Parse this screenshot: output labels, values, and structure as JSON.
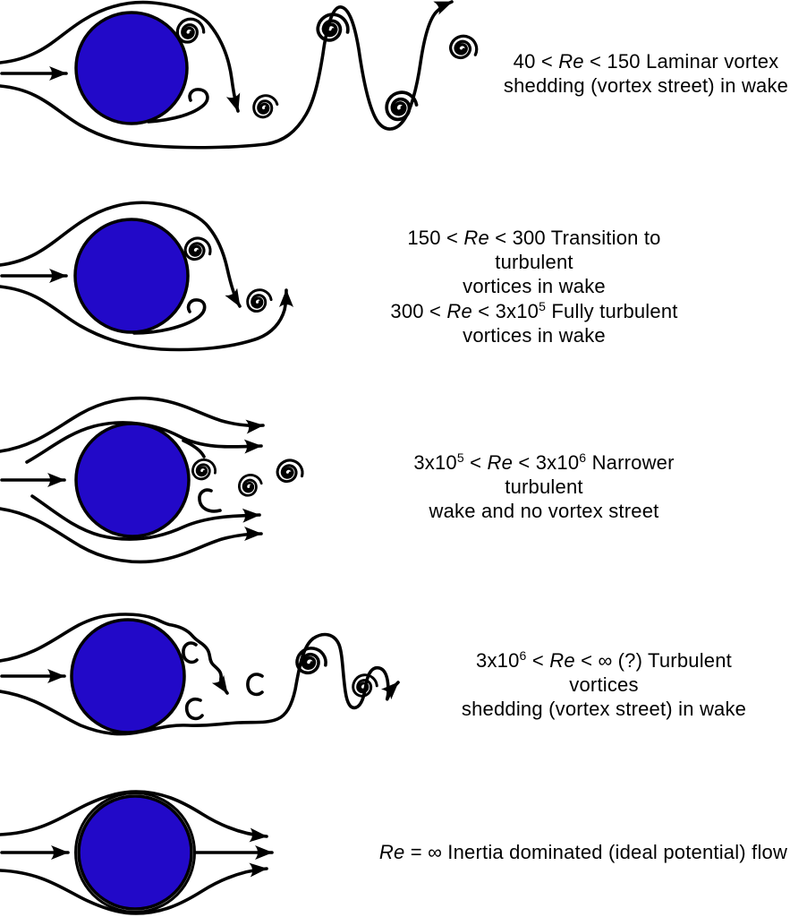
{
  "colors": {
    "cylinder_fill": "#2209C8",
    "ink": "#000000"
  },
  "captions": [
    {
      "lines": [
        [
          {
            "t": "40 < "
          },
          {
            "t": "Re",
            "i": true
          },
          {
            "t": " < 150 Laminar vortex"
          }
        ],
        [
          {
            "t": "shedding (vortex street) in wake"
          }
        ]
      ]
    },
    {
      "lines": [
        [
          {
            "t": "150 < "
          },
          {
            "t": "Re",
            "i": true
          },
          {
            "t": " < 300 Transition to turbulent"
          }
        ],
        [
          {
            "t": "vortices in wake"
          }
        ]
      ]
    },
    {
      "lines": [
        [
          {
            "t": "300 < "
          },
          {
            "t": "Re",
            "i": true
          },
          {
            "t": " < 3x10"
          },
          {
            "t": "5",
            "sup": true
          },
          {
            "t": " Fully turbulent"
          }
        ],
        [
          {
            "t": "vortices in wake"
          }
        ]
      ]
    },
    {
      "lines": [
        [
          {
            "t": "3x10"
          },
          {
            "t": "5",
            "sup": true
          },
          {
            "t": " < "
          },
          {
            "t": "Re",
            "i": true
          },
          {
            "t": " < 3x10"
          },
          {
            "t": "6",
            "sup": true
          },
          {
            "t": " Narrower turbulent"
          }
        ],
        [
          {
            "t": "wake and no vortex street"
          }
        ]
      ]
    },
    {
      "lines": [
        [
          {
            "t": "3x10"
          },
          {
            "t": "6",
            "sup": true
          },
          {
            "t": " < "
          },
          {
            "t": "Re",
            "i": true
          },
          {
            "t": " < ∞ (?) Turbulent vortices"
          }
        ],
        [
          {
            "t": "shedding (vortex street) in wake"
          }
        ]
      ]
    },
    {
      "lines": [
        [
          {
            "t": "Re",
            "i": true
          },
          {
            "t": " = ∞ Inertia dominated (ideal potential) flow"
          }
        ]
      ]
    }
  ]
}
